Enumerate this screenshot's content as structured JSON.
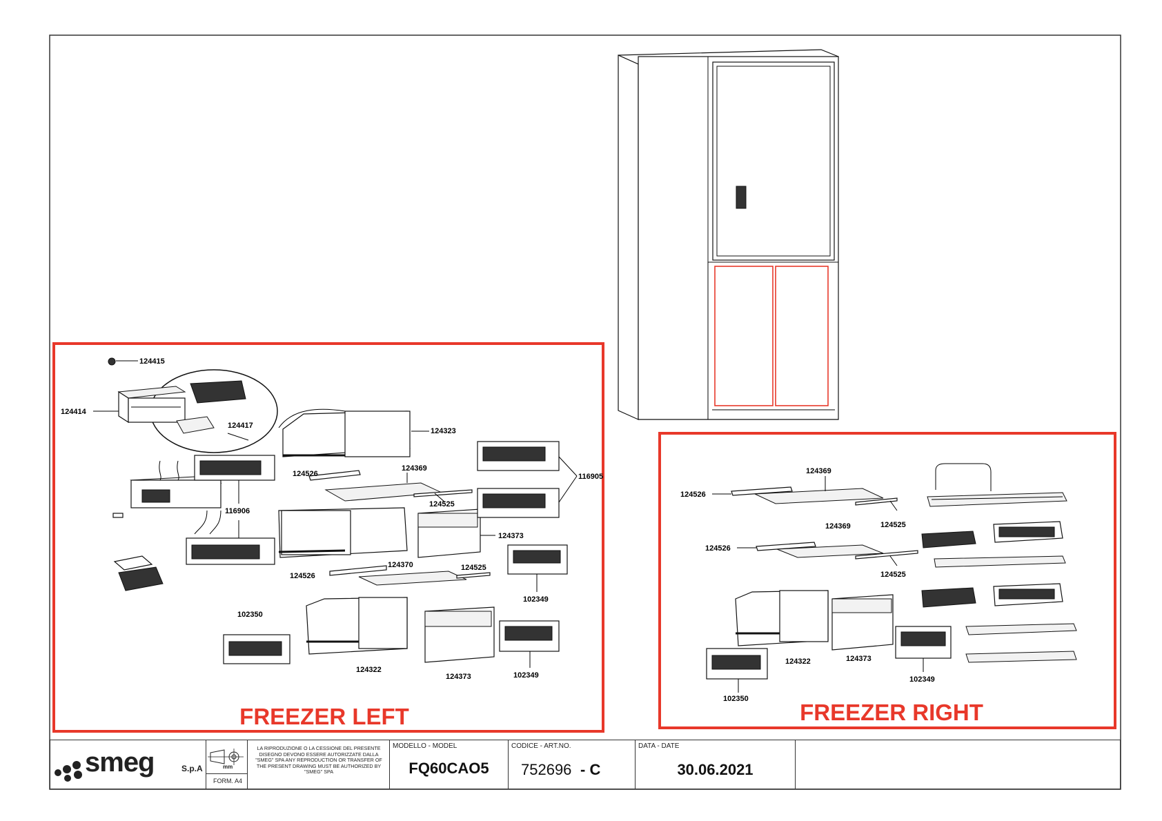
{
  "sections": {
    "freezer_left": "FREEZER LEFT",
    "freezer_right": "FREEZER RIGHT"
  },
  "parts_left": {
    "p124415": "124415",
    "p124414": "124414",
    "p124417": "124417",
    "p124323": "124323",
    "p116905": "116905",
    "p124526a": "124526",
    "p124369": "124369",
    "p124525a": "124525",
    "p116906": "116906",
    "p124373a": "124373",
    "p124370": "124370",
    "p124526b": "124526",
    "p124525b": "124525",
    "p102349a": "102349",
    "p102350": "102350",
    "p124322": "124322",
    "p124373b": "124373",
    "p102349b": "102349"
  },
  "parts_right": {
    "p124369a": "124369",
    "p124526a": "124526",
    "p124525a": "124525",
    "p124369b": "124369",
    "p124526b": "124526",
    "p124525b": "124525",
    "p124322": "124322",
    "p124373": "124373",
    "p102349": "102349",
    "p102350": "102350"
  },
  "title_block": {
    "brand": "smeg",
    "brand_suffix": "S.p.A",
    "unit": "mm",
    "format": "FORM. A4",
    "legal": "LA RIPRODUZIONE O LA CESSIONE DEL PRESENTE DISEGNO DEVONO ESSERE AUTORIZZATE DALLA \"SMEG\" SPA ANY REPRODUCTION OR TRANSFER OF THE PRESENT DRAWING MUST BE AUTHORIZED BY \"SMEG\" SPA",
    "model_head": "MODELLO - MODEL",
    "model": "FQ60CAO5",
    "code_head": "CODICE - ART.NO.",
    "code": "752696",
    "code_rev": "- C",
    "date_head": "DATA - DATE",
    "date": "30.06.2021"
  },
  "colors": {
    "highlight": "#e8382a",
    "line": "#000000"
  }
}
